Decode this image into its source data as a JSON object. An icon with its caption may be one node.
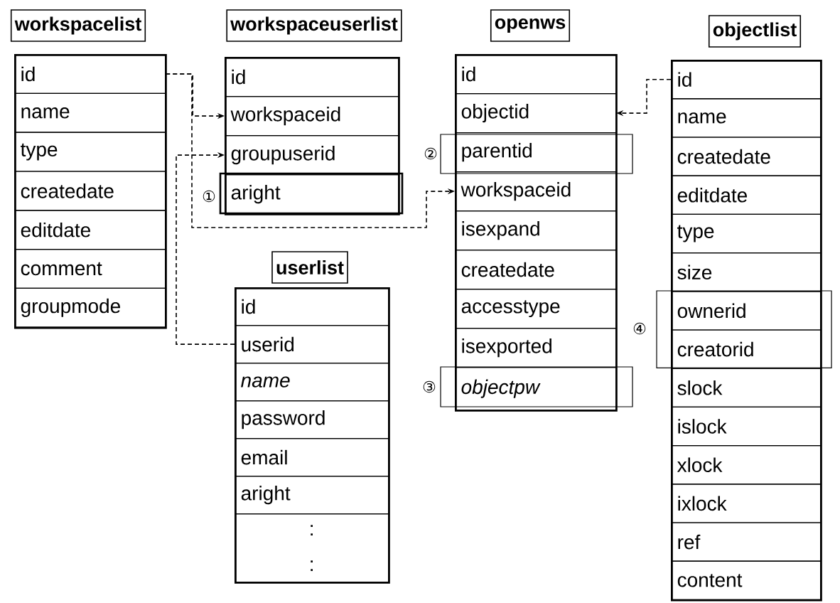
{
  "diagram": {
    "nodes": [
      {
        "text": [
          "workspacelist"
        ]
      },
      {
        "text": [
          "id"
        ],
        "in": 0
      },
      {
        "text": [
          "name"
        ],
        "in": 0
      },
      {
        "text": [
          "type"
        ],
        "in": 0
      },
      {
        "text": [
          "createdate"
        ],
        "in": 0
      },
      {
        "text": [
          "editdate"
        ],
        "in": 0
      },
      {
        "text": [
          "comment"
        ],
        "in": 0
      },
      {
        "text": [
          "groupmode"
        ],
        "in": 0
      },
      {
        "text": [
          "workspaceuserlist"
        ]
      },
      {
        "text": [
          "id"
        ],
        "in": 8
      },
      {
        "text": [
          "workspaceid"
        ],
        "in": 8
      },
      {
        "text": [
          "groupuserid"
        ],
        "in": 8
      },
      {
        "text": [
          "aright"
        ],
        "in": 8
      },
      {
        "text": [
          "userlist"
        ]
      },
      {
        "text": [
          "id"
        ],
        "in": 13
      },
      {
        "text": [
          "userid"
        ],
        "in": 13
      },
      {
        "text": [
          "name"
        ],
        "in": 13
      },
      {
        "text": [
          "password"
        ],
        "in": 13
      },
      {
        "text": [
          "email"
        ],
        "in": 13
      },
      {
        "text": [
          "aright"
        ],
        "in": 13
      },
      {
        "text": [
          ":",
          ":"
        ],
        "in": 13
      },
      {
        "text": [
          "openws"
        ]
      },
      {
        "text": [
          "id"
        ],
        "in": 21
      },
      {
        "text": [
          "objectid"
        ],
        "in": 21
      },
      {
        "text": [
          "parentid"
        ],
        "in": 21
      },
      {
        "text": [
          "workspaceid"
        ],
        "in": 21
      },
      {
        "text": [
          "isexpand"
        ],
        "in": 21
      },
      {
        "text": [
          "createdate"
        ],
        "in": 21
      },
      {
        "text": [
          "accesstype"
        ],
        "in": 21
      },
      {
        "text": [
          "isexported"
        ],
        "in": 21
      },
      {
        "text": [
          "objectpw"
        ],
        "in": 21
      },
      {
        "text": [
          "objectlist"
        ]
      },
      {
        "text": [
          "id"
        ],
        "in": 31
      },
      {
        "text": [
          "name"
        ],
        "in": 31
      },
      {
        "text": [
          "createdate"
        ],
        "in": 31
      },
      {
        "text": [
          "editdate"
        ],
        "in": 31
      },
      {
        "text": [
          "type"
        ],
        "in": 31
      },
      {
        "text": [
          "size"
        ],
        "in": 31
      },
      {
        "text": [
          "ownerid"
        ],
        "in": 31
      },
      {
        "text": [
          "creatorid"
        ],
        "in": 31
      },
      {
        "text": [
          "slock"
        ],
        "in": 31
      },
      {
        "text": [
          "islock"
        ],
        "in": 31
      },
      {
        "text": [
          "xlock"
        ],
        "in": 31
      },
      {
        "text": [
          "ixlock"
        ],
        "in": 31
      },
      {
        "text": [
          "ref"
        ],
        "in": 31
      },
      {
        "text": [
          "content"
        ],
        "in": 31
      }
    ],
    "edges": [
      {
        "from": 1,
        "to": 10,
        "arrow": "to",
        "style": "dashed"
      },
      {
        "from": 1,
        "to": 25,
        "arrow": "to",
        "style": "dashed"
      },
      {
        "from": 15,
        "to": 11,
        "arrow": "to",
        "style": "dashed"
      },
      {
        "from": 32,
        "to": 23,
        "arrow": "to",
        "style": "dashed"
      }
    ],
    "labels": [
      "①",
      "②",
      "③",
      "④"
    ]
  }
}
